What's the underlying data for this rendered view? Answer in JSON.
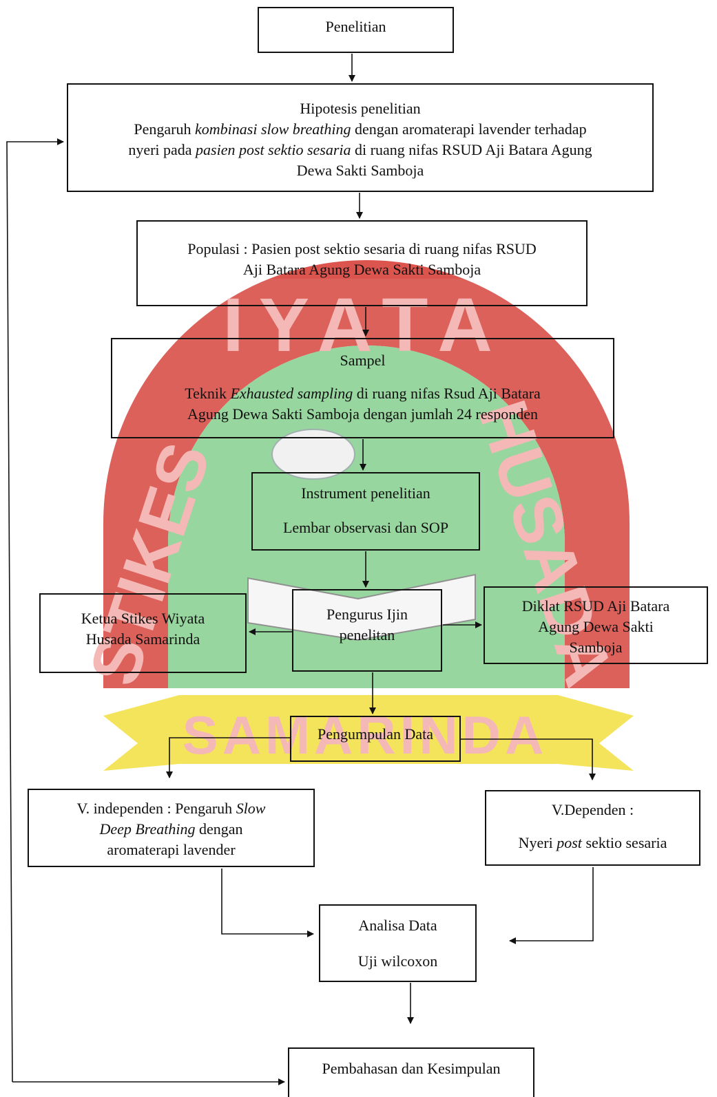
{
  "watermark": {
    "top_text": "IYATA",
    "left_text": "STIKES",
    "right_text": "HUSADA",
    "bottom_text": "SAMARINDA",
    "colors": {
      "arch": "#d8453f",
      "green": "#8fd396",
      "ribbon": "#f4e24e",
      "text": "#f3b3b0"
    }
  },
  "boxes": {
    "penelitian": {
      "label": "Penelitian"
    },
    "hipotesis": {
      "title": "Hipotesis penelitian",
      "l1a": "Pengaruh ",
      "l1b": "kombinasi slow breathing",
      "l1c": " dengan aromaterapi lavender terhadap",
      "l2a": "nyeri pada ",
      "l2b": "pasien post sektio sesaria",
      "l2c": " di ruang nifas RSUD Aji Batara Agung",
      "l3": "Dewa Sakti Samboja"
    },
    "populasi": {
      "l1": "Populasi : Pasien post sektio sesaria di ruang nifas RSUD",
      "l2": "Aji Batara Agung Dewa Sakti Samboja"
    },
    "sampel": {
      "title": "Sampel",
      "l1a": "Teknik ",
      "l1b": "Exhausted sampling",
      "l1c": " di ruang nifas Rsud Aji Batara",
      "l2": "Agung Dewa Sakti Samboja dengan jumlah 24 responden"
    },
    "instrument": {
      "title": "Instrument penelitian",
      "body": "Lembar observasi dan SOP"
    },
    "ketua": {
      "l1": "Ketua Stikes Wiyata",
      "l2": "Husada Samarinda"
    },
    "pengurus": {
      "l1": "Pengurus Ijin",
      "l2": "penelitan"
    },
    "diklat": {
      "l1": "Diklat RSUD Aji Batara",
      "l2": "Agung Dewa Sakti",
      "l3": "Samboja"
    },
    "pengumpulan": {
      "label": "Pengumpulan Data"
    },
    "independen": {
      "l1a": "V. independen : Pengaruh ",
      "l1b": "Slow",
      "l2a": "Deep Breathing",
      "l2b": " dengan",
      "l3": "aromaterapi lavender"
    },
    "dependen": {
      "title": "V.Dependen :",
      "l1a": "Nyeri ",
      "l1b": "post",
      "l1c": " sektio sesaria"
    },
    "analisa": {
      "title": "Analisa Data",
      "body": "Uji wilcoxon"
    },
    "pembahasan": {
      "label": "Pembahasan dan Kesimpulan"
    }
  }
}
